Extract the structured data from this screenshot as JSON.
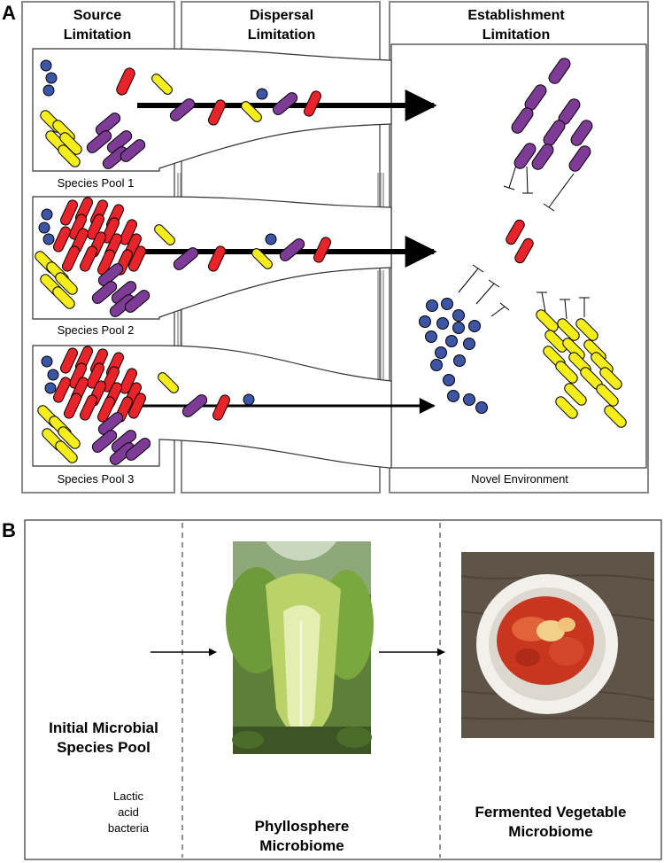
{
  "panel_a": {
    "letter": "A",
    "headers": {
      "source": [
        "Source",
        "Limitation"
      ],
      "dispersal": [
        "Dispersal",
        "Limitation"
      ],
      "establishment": [
        "Establishment",
        "Limitation"
      ]
    },
    "pools": [
      "Species Pool 1",
      "Species Pool 2",
      "Species Pool 3"
    ],
    "novel_environment": "Novel Environment"
  },
  "panel_b": {
    "letter": "B",
    "initial_pool": [
      "Initial Microbial",
      "Species Pool"
    ],
    "legend": [
      "Lactic",
      "acid",
      "bacteria"
    ],
    "phyllosphere": [
      "Phyllosphere",
      "Microbiome"
    ],
    "fermented": [
      "Fermented Vegetable",
      "Microbiome"
    ]
  },
  "colors": {
    "purple": "#7d3b96",
    "red": "#e8232a",
    "yellow": "#f6ee1a",
    "blue": "#3c55a5",
    "pink": "#f39bb3",
    "green": "#64b845",
    "gray": "#9b9b9b",
    "orange": "#f7a823",
    "olive": "#8a7a2c",
    "magenta": "#b45aa6",
    "panel_border": "#888888"
  }
}
